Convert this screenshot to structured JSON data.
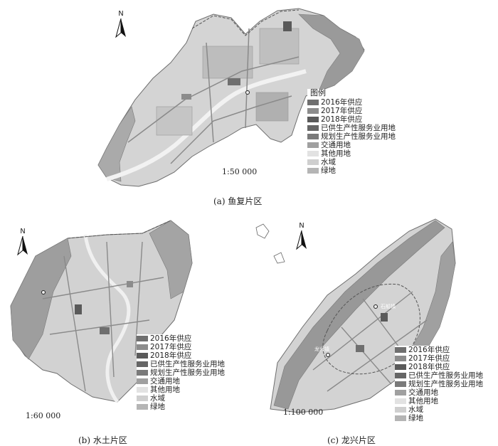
{
  "north_letter": "N",
  "legend": {
    "title": "图例",
    "items": [
      {
        "label": "2016年供应",
        "color": "#6f6f6f"
      },
      {
        "label": "2017年供应",
        "color": "#8c8c8c"
      },
      {
        "label": "2018年供应",
        "color": "#5a5a5a"
      },
      {
        "label": "已供生产性服务业用地",
        "color": "#666666"
      },
      {
        "label": "规划生产性服务业用地",
        "color": "#7a7a7a"
      },
      {
        "label": "交通用地",
        "color": "#a0a0a0"
      },
      {
        "label": "其他用地",
        "color": "#e2e2e2"
      },
      {
        "label": "水域",
        "color": "#cfcfcf"
      },
      {
        "label": "绿地",
        "color": "#b5b5b5"
      }
    ]
  },
  "panels": {
    "a": {
      "caption": "(a) 鱼复片区",
      "scale": "1:50 000"
    },
    "b": {
      "caption": "(b) 水土片区",
      "scale": "1:60 000"
    },
    "c": {
      "caption": "(c) 龙兴片区",
      "scale": "1:100 000",
      "place_1": "石船镇",
      "place_2": "龙兴镇"
    }
  }
}
